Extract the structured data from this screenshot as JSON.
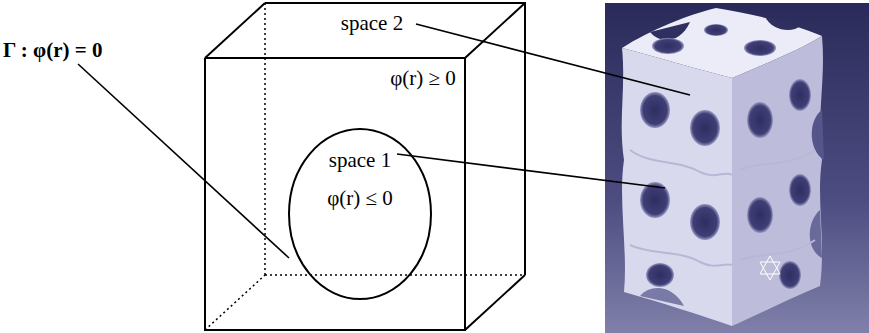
{
  "diagram": {
    "nodes": [
      {
        "text": [
          "space 2",
          "φ(r) ≥ 0"
        ]
      },
      {
        "text": [
          "space 1",
          "φ(r) ≤ 0"
        ],
        "in": 0
      }
    ],
    "labels": [
      "Γ : φ(r) = 0"
    ]
  }
}
